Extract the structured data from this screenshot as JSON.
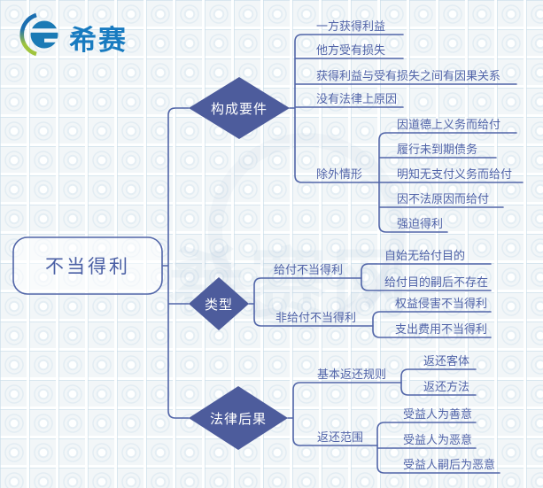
{
  "brand": {
    "name": "希赛",
    "icon": "xisai-e-logo"
  },
  "watermark": "希赛网",
  "root": "不当得利",
  "branches": [
    {
      "label": "构成要件",
      "children": [
        {
          "label": "一方获得利益"
        },
        {
          "label": "他方受有损失"
        },
        {
          "label": "获得利益与受有损失之间有因果关系"
        },
        {
          "label": "没有法律上原因"
        },
        {
          "label": "除外情形",
          "children": [
            {
              "label": "因道德上义务而给付"
            },
            {
              "label": "履行未到期债务"
            },
            {
              "label": "明知无支付义务而给付"
            },
            {
              "label": "因不法原因而给付"
            },
            {
              "label": "强迫得利"
            }
          ]
        }
      ]
    },
    {
      "label": "类型",
      "children": [
        {
          "label": "给付不当得利",
          "children": [
            {
              "label": "自始无给付目的"
            },
            {
              "label": "给付目的嗣后不存在"
            }
          ]
        },
        {
          "label": "非给付不当得利",
          "children": [
            {
              "label": "权益侵害不当得利"
            },
            {
              "label": "支出费用不当得利"
            }
          ]
        }
      ]
    },
    {
      "label": "法律后果",
      "children": [
        {
          "label": "基本返还规则",
          "children": [
            {
              "label": "返还客体"
            },
            {
              "label": "返还方法"
            }
          ]
        },
        {
          "label": "返还范围",
          "children": [
            {
              "label": "受益人为善意"
            },
            {
              "label": "受益人为恶意"
            },
            {
              "label": "受益人嗣后为恶意"
            }
          ]
        }
      ]
    }
  ],
  "colors": {
    "line": "#5165a8",
    "diamond_fill": "#4d5c9c",
    "diamond_stroke": "#6b7ab8",
    "label_text": "#5063a8",
    "root_border": "#5165a8",
    "brand_blue": "#187bc0",
    "brand_green": "#9fc43e"
  }
}
